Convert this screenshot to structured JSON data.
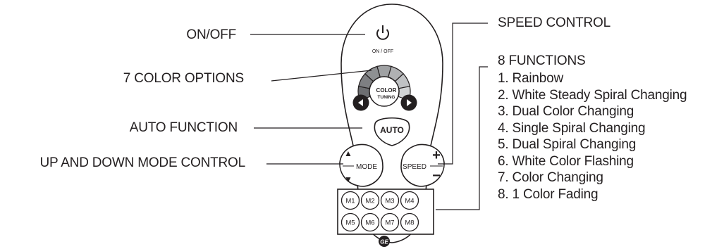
{
  "labels": {
    "on_off": "ON/OFF",
    "color_options": "7 COLOR OPTIONS",
    "auto_function": "AUTO FUNCTION",
    "mode_control": "UP AND DOWN MODE CONTROL",
    "speed_control": "SPEED CONTROL",
    "functions_title": "8 FUNCTIONS"
  },
  "functions": [
    "1. Rainbow",
    "2. White Steady Spiral Changing",
    "3. Dual Color Changing",
    "4. Single Spiral Changing",
    "5. Dual Spiral Changing",
    "6. White Color Flashing",
    "7. Color Changing",
    "8. 1 Color Fading"
  ],
  "remote": {
    "power_caption": "ON / OFF",
    "color_tuning_line1": "COLOR",
    "color_tuning_line2": "TUNING",
    "auto_label": "AUTO",
    "mode_label": "MODE",
    "speed_label": "SPEED",
    "mode_up": "▲",
    "mode_down": "▼",
    "speed_plus": "+",
    "speed_minus": "−",
    "memory_buttons": [
      "M1",
      "M2",
      "M3",
      "M4",
      "M5",
      "M6",
      "M7",
      "M8"
    ],
    "brand_logo": "GE"
  },
  "colors": {
    "outline": "#231f20",
    "arc_dark": "#6d6e71",
    "arc_light": "#d1d3d4"
  }
}
